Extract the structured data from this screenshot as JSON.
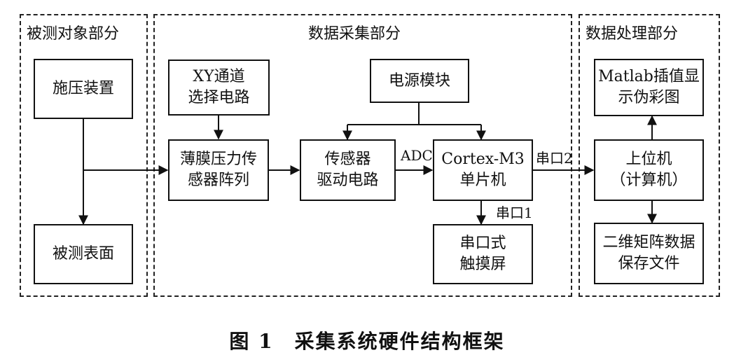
{
  "regions": {
    "object": "被测对象部分",
    "acquisition": "数据采集部分",
    "processing": "数据处理部分"
  },
  "blocks": {
    "pressure_device": "施压装置",
    "measured_surface": "被测表面",
    "xy_select": [
      "XY通道",
      "选择电路"
    ],
    "film_sensor": [
      "薄膜压力传",
      "感器阵列"
    ],
    "power": "电源模块",
    "driver": [
      "传感器",
      "驱动电路"
    ],
    "mcu": [
      "Cortex-M3",
      "单片机"
    ],
    "touchscreen": [
      "串口式",
      "触摸屏"
    ],
    "matlab": [
      "Matlab插值显",
      "示伪彩图"
    ],
    "host": [
      "上位机",
      "（计算机）"
    ],
    "save_file": [
      "二维矩阵数据",
      "保存文件"
    ]
  },
  "links": {
    "adc": "ADC",
    "serial2": "串口2",
    "serial1": "串口1"
  },
  "caption": {
    "figure_no": "图 1",
    "text": "采集系统硬件结构框架"
  }
}
